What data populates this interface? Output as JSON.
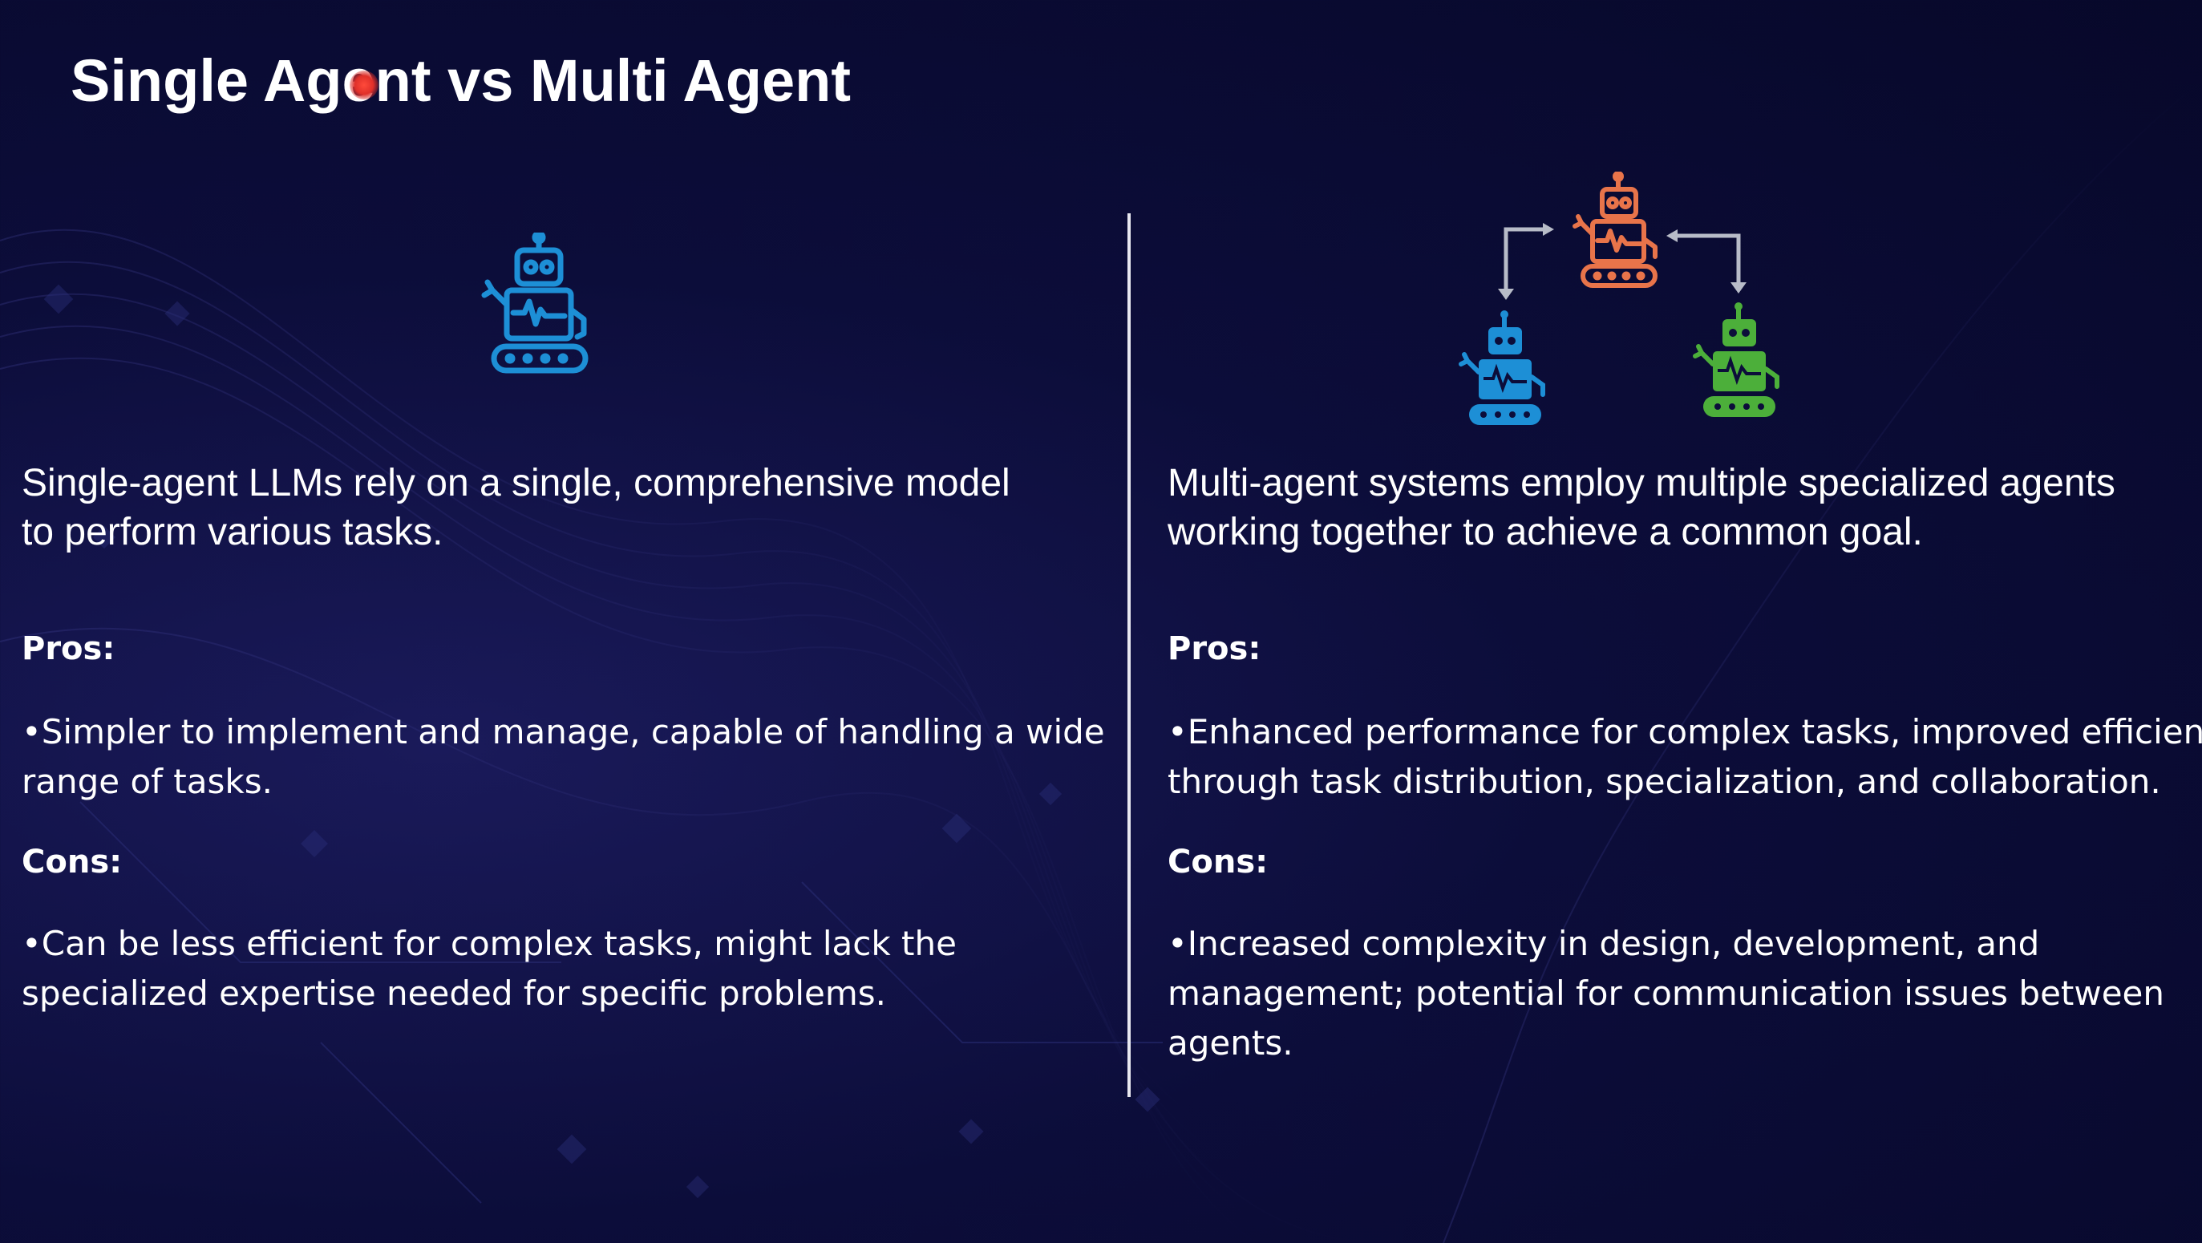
{
  "slide": {
    "title": "Single Agent vs Multi Agent",
    "colors": {
      "background": "#0c0d3a",
      "text": "#ffffff",
      "laser_pointer": "#e0302a",
      "robot_single": "#1d8fd6",
      "robot_multi_top": "#e8744a",
      "robot_multi_left": "#1d8fd6",
      "robot_multi_right": "#4caf3a",
      "arrow": "#b8bcc8"
    },
    "left": {
      "icon": "robot-icon",
      "intro_lines": [
        "Single-agent LLMs rely on a single, comprehensive model",
        "to perform various tasks."
      ],
      "pros_label": "Pros:",
      "pros_lines": [
        "•Simpler to implement and manage, capable of handling a wide",
        "range of tasks."
      ],
      "cons_label": "Cons:",
      "cons_lines": [
        "•Can be less efficient for complex tasks, might lack the",
        "specialized expertise needed for specific problems."
      ]
    },
    "right": {
      "icon": "multi-robot-icon",
      "intro_lines": [
        "Multi-agent systems employ multiple specialized agents",
        "working together to achieve a common goal."
      ],
      "pros_label": "Pros:",
      "pros_lines": [
        "•Enhanced performance for complex tasks, improved efficiency",
        "through task distribution, specialization, and collaboration."
      ],
      "cons_label": "Cons:",
      "cons_lines": [
        "•Increased complexity in design, development, and",
        "management; potential for communication issues between",
        "agents."
      ]
    }
  }
}
